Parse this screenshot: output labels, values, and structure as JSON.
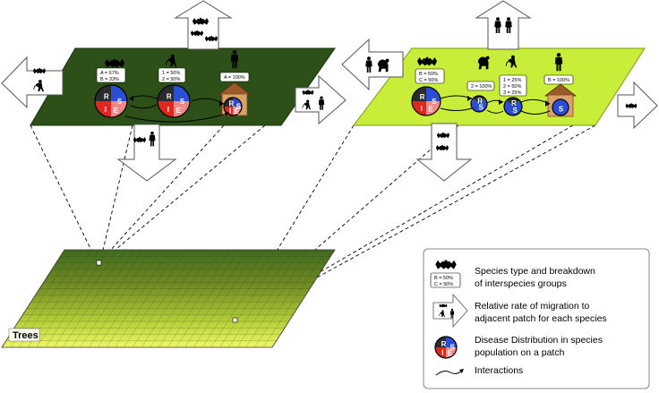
{
  "grid_label": "Trees",
  "left_patch": {
    "boxes": {
      "bat": [
        "A = 67%",
        "B = 33%"
      ],
      "ape": [
        "1 = 50%",
        "2 = 50%"
      ],
      "human": [
        "A = 100%"
      ]
    },
    "pies": {
      "bat": [
        "R",
        "S",
        "I",
        "E"
      ],
      "ape": [
        "R",
        "S",
        "I",
        "E"
      ],
      "human": [
        "R",
        "S",
        "I",
        "E"
      ]
    }
  },
  "right_patch": {
    "boxes": {
      "bat": [
        "B = 50%",
        "C = 50%"
      ],
      "mid": [
        "2 = 100%"
      ],
      "ape": [
        "1 = 25%",
        "2 = 50%",
        "3 = 25%"
      ],
      "human": [
        "B = 100%"
      ]
    },
    "pies": {
      "bat": [
        "R",
        "S",
        "I",
        "E"
      ],
      "mid": [
        "R",
        "S"
      ],
      "ape": [
        "R",
        "S"
      ],
      "human": [
        "S"
      ]
    }
  },
  "legend": {
    "items": [
      "Species type and breakdown",
      "of interspecies groups",
      "Relative rate of migration to",
      "adjacent patch for each species",
      "Disease Distribution in species",
      "population on a patch",
      "Interactions"
    ],
    "sample_box": [
      "B = 50%",
      "C = 50%"
    ],
    "sample_pie": [
      "R",
      "S",
      "I",
      "E"
    ]
  },
  "colors": {
    "left_patch": "#2d5018",
    "right_patch": "#c9ee3a",
    "susceptible": "#2a4fd6",
    "infected": "#e0271f",
    "exposed": "#f08a8a",
    "recovered": "#2b2b2b"
  }
}
